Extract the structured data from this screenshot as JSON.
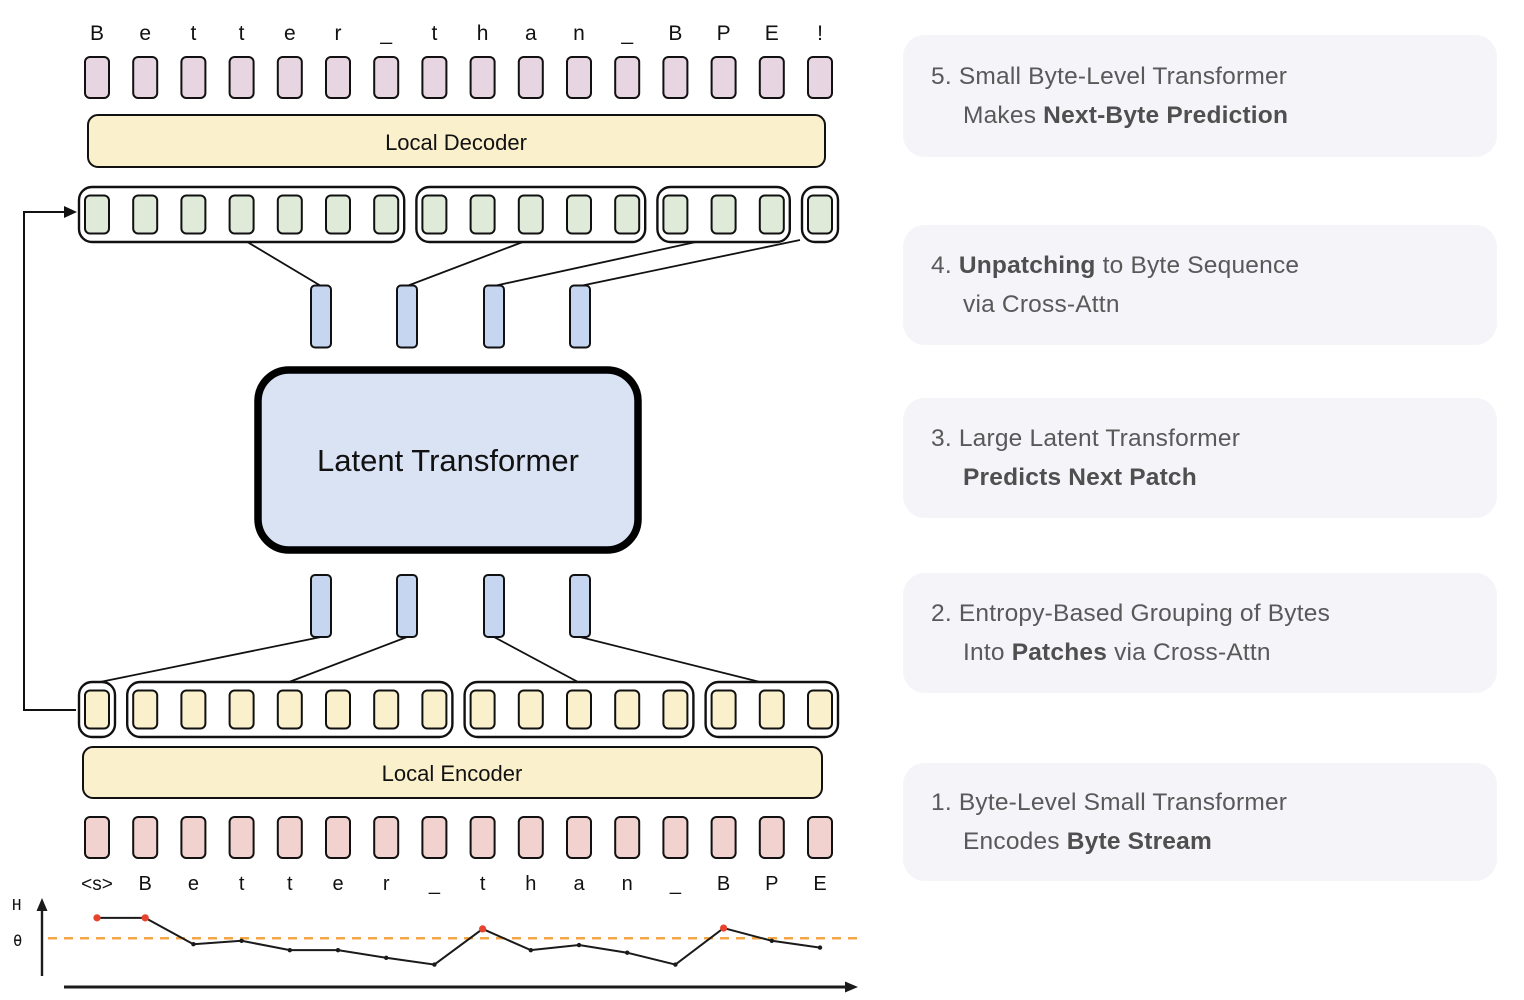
{
  "figure": {
    "stroke": "#111111",
    "output_bytes": {
      "letters": [
        "B",
        "e",
        "t",
        "t",
        "e",
        "r",
        "_",
        "t",
        "h",
        "a",
        "n",
        "_",
        "B",
        "P",
        "E",
        "!"
      ],
      "cell_fill": "#e7d5e2"
    },
    "local_decoder": {
      "label": "Local Decoder",
      "fill": "#fbf0cc"
    },
    "decoder_patches": {
      "cell_fill": "#dfead9",
      "group_sizes": [
        7,
        5,
        3,
        1
      ]
    },
    "patch_vectors": {
      "fill": "#c6d5f0"
    },
    "latent_transformer": {
      "label": "Latent Transformer",
      "fill": "#d9e3f3",
      "stroke": "#000000"
    },
    "encoder_patches": {
      "cell_fill": "#fbf0cc",
      "group_sizes": [
        1,
        7,
        5,
        3
      ]
    },
    "local_encoder": {
      "label": "Local Encoder",
      "fill": "#fbf0cc"
    },
    "input_bytes": {
      "labels": [
        "<s>",
        "B",
        "e",
        "t",
        "t",
        "e",
        "r",
        "_",
        "t",
        "h",
        "a",
        "n",
        "_",
        "B",
        "P",
        "E"
      ],
      "cell_fill": "#f2d2ce"
    },
    "entropy_plot": {
      "type": "line",
      "y_axis_label": "H",
      "threshold_label": "θ",
      "threshold": 0.55,
      "threshold_color": "#f6a543",
      "line_color": "#1a1a1a",
      "high_point_color": "#e8432d",
      "x_labels": [
        "<s>",
        "B",
        "e",
        "t",
        "t",
        "e",
        "r",
        "_",
        "t",
        "h",
        "a",
        "n",
        "_",
        "B",
        "P",
        "E"
      ],
      "values": [
        0.79,
        0.79,
        0.48,
        0.52,
        0.41,
        0.41,
        0.32,
        0.24,
        0.66,
        0.41,
        0.47,
        0.38,
        0.24,
        0.67,
        0.52,
        0.44
      ],
      "high_points": [
        0,
        1,
        8,
        13
      ]
    }
  },
  "panels": {
    "bg": "#f4f4f9",
    "items": [
      {
        "step": "5",
        "lines": [
          [
            {
              "t": "5. Small Byte-Level Transformer"
            }
          ],
          [
            {
              "t": "Makes "
            },
            {
              "t": "Next-Byte Prediction",
              "b": true
            }
          ]
        ]
      },
      {
        "step": "4",
        "lines": [
          [
            {
              "t": "4. "
            },
            {
              "t": "Unpatching",
              "b": true
            },
            {
              "t": " to Byte Sequence"
            }
          ],
          [
            {
              "t": "via Cross-Attn"
            }
          ]
        ]
      },
      {
        "step": "3",
        "lines": [
          [
            {
              "t": "3. Large Latent Transformer"
            }
          ],
          [
            {
              "t": "Predicts Next Patch",
              "b": true
            }
          ]
        ]
      },
      {
        "step": "2",
        "lines": [
          [
            {
              "t": "2. Entropy-Based Grouping of Bytes"
            }
          ],
          [
            {
              "t": "Into "
            },
            {
              "t": "Patches",
              "b": true
            },
            {
              "t": " via Cross-Attn"
            }
          ]
        ]
      },
      {
        "step": "1",
        "lines": [
          [
            {
              "t": "1. Byte-Level Small Transformer"
            }
          ],
          [
            {
              "t": "Encodes "
            },
            {
              "t": "Byte Stream",
              "b": true
            }
          ]
        ]
      }
    ]
  }
}
